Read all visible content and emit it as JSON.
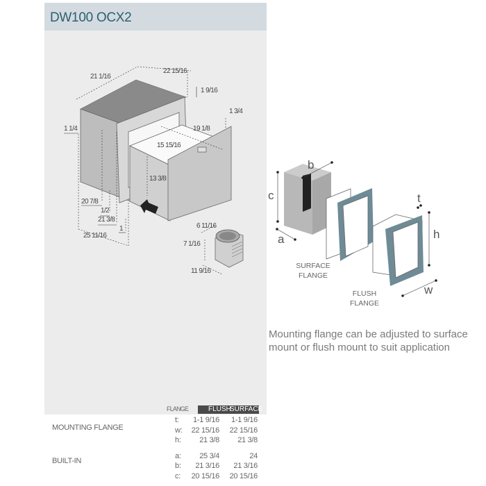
{
  "title": "DW100 OCX2",
  "main_diagram": {
    "dims": [
      "21  1/16",
      "22 15/16",
      "1 9/16",
      "1 3/4",
      "1 1/4",
      "19 1/8",
      "15 15/16",
      "13 3/8",
      "20 7/8",
      "1/2",
      "21 3/8",
      "1",
      "25 11/16"
    ],
    "compressor_dims": [
      "6 11/16",
      "7 1/16",
      "11 9/16"
    ]
  },
  "flange_diagram": {
    "letters": {
      "a": "a",
      "b": "b",
      "c": "c",
      "t": "t",
      "h": "h",
      "w": "w"
    },
    "surface_caption": [
      "SURFACE",
      "FLANGE"
    ],
    "flush_caption": [
      "FLUSH",
      "FLANGE"
    ]
  },
  "description": "Mounting flange can be adjusted to surface mount or flush mount to suit application",
  "table": {
    "header": {
      "flange": "FLANGE",
      "flush": "FLUSH",
      "surface": "SURFACE"
    },
    "groups": [
      {
        "label": "MOUNTING FLANGE",
        "rows": [
          {
            "key": "t:",
            "flush": "1-1 9/16",
            "surface": "1-1 9/16"
          },
          {
            "key": "w:",
            "flush": "22 15/16",
            "surface": "22 15/16"
          },
          {
            "key": "h:",
            "flush": "21 3/8",
            "surface": "21 3/8"
          }
        ]
      },
      {
        "label": "BUILT-IN",
        "rows": [
          {
            "key": "a:",
            "flush": "25  3/4",
            "surface": "24"
          },
          {
            "key": "b:",
            "flush": "21  3/16",
            "surface": "21  3/16"
          },
          {
            "key": "c:",
            "flush": "20 15/16",
            "surface": "20 15/16"
          }
        ]
      }
    ]
  },
  "colors": {
    "title": "#2e5f6e",
    "header_band": "#d3dbe1",
    "panel": "#ececec",
    "flange": "#6e8b96"
  }
}
